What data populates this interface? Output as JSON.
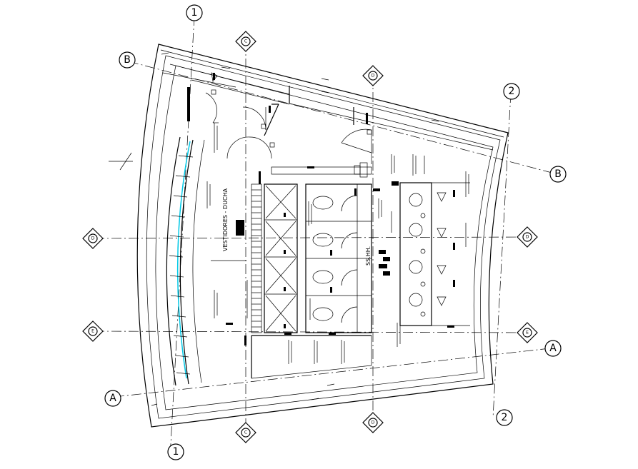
{
  "axes": {
    "grid_1": "1",
    "grid_2": "2",
    "grid_A": "A",
    "grid_B": "B"
  },
  "section_markers": {
    "mark_c": "C",
    "mark_d": "D",
    "mark_e": "E"
  },
  "rooms": {
    "vestuario": "VESTIDORES - DUCHA",
    "sshh": "SS.HH."
  },
  "colors": {
    "lines": "#000000",
    "accent_cyan": "#00c8e6",
    "background": "#ffffff"
  }
}
